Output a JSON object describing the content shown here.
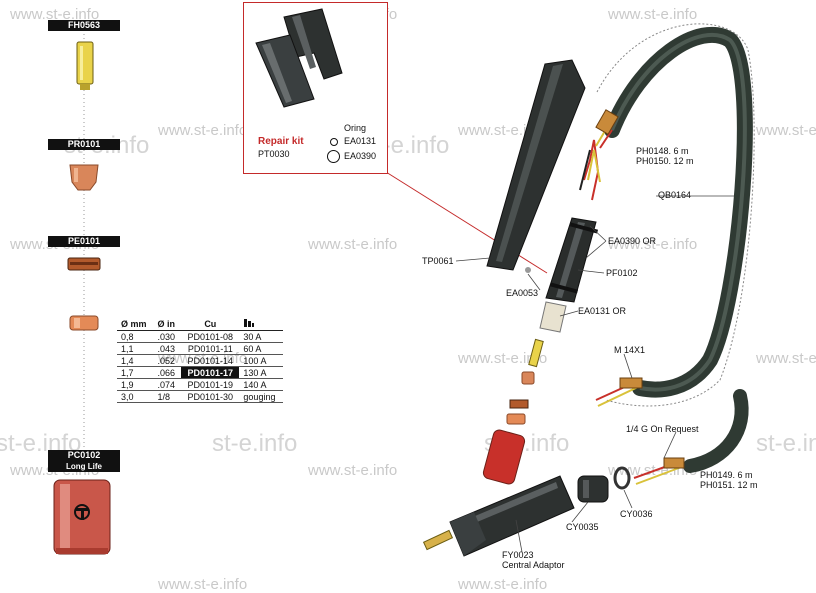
{
  "watermarks": {
    "url": "www.st-e.info",
    "short": "st-e.info"
  },
  "consumables": {
    "items": [
      {
        "code": "FH0563",
        "sublabel": ""
      },
      {
        "code": "PR0101",
        "sublabel": ""
      },
      {
        "code": "PE0101",
        "sublabel": ""
      },
      {
        "code": "PC0102",
        "sublabel": "Long Life"
      }
    ]
  },
  "tip_table": {
    "headers": [
      "Ø mm",
      "Ø in",
      "Cu",
      ""
    ],
    "rows": [
      [
        "0,8",
        ".030",
        "PD0101-08",
        "30 A"
      ],
      [
        "1,1",
        ".043",
        "PD0101-11",
        "60 A"
      ],
      [
        "1,4",
        ".052",
        "PD0101-14",
        "100 A"
      ],
      [
        "1,7",
        ".066",
        "PD0101-17",
        "130 A"
      ],
      [
        "1,9",
        ".074",
        "PD0101-19",
        "140 A"
      ],
      [
        "3,0",
        "1/8",
        "PD0101-30",
        "gouging"
      ]
    ],
    "highlighted_row": 3
  },
  "repair_kit": {
    "title": "Repair kit",
    "code": "PT0030",
    "oring_label": "Oring",
    "oring_small": "EA0131",
    "oring_large": "EA0390"
  },
  "callouts": {
    "handle": "TP0061",
    "screw": "EA0053",
    "oring_top": "EA0390 OR",
    "body": "PF0102",
    "oring_bottom": "EA0131 OR",
    "cable_top_1": "PH0148. 6 m",
    "cable_top_2": "PH0150. 12 m",
    "hose": "QB0164",
    "thread": "M 14X1",
    "quarter": "1/4 G On Request",
    "cable_bot_1": "PH0149. 6 m",
    "cable_bot_2": "PH0151. 12 m",
    "cy35": "CY0035",
    "cy36": "CY0036",
    "adaptor_code": "FY0023",
    "adaptor_name": "Central Adaptor"
  },
  "colors": {
    "repair_border": "#c42a2a",
    "copper": "#d9865a",
    "red_cap": "#c8302a",
    "hose": "#2f3a33"
  }
}
